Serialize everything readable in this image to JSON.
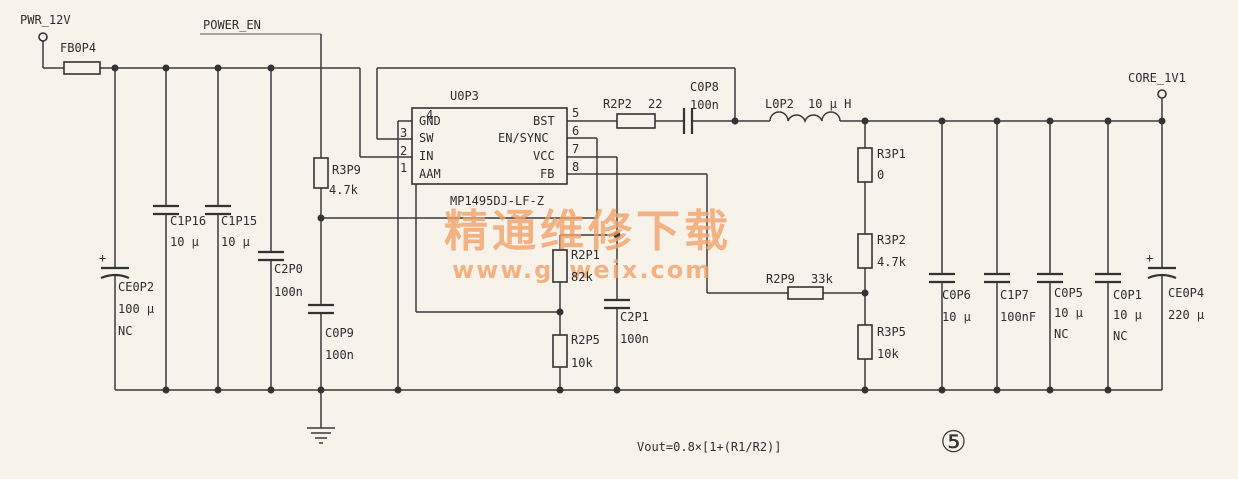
{
  "nets": {
    "pwr_12v": "PWR_12V",
    "power_en": "POWER_EN",
    "core_1v1": "CORE_1V1"
  },
  "ic": {
    "ref": "U0P3",
    "part": "MP1495DJ-LF-Z",
    "pins_left": [
      {
        "num": "4",
        "name": "GND"
      },
      {
        "num": "3",
        "name": "SW"
      },
      {
        "num": "2",
        "name": "IN"
      },
      {
        "num": "1",
        "name": "AAM"
      }
    ],
    "pins_right": [
      {
        "num": "5",
        "name": "BST"
      },
      {
        "num": "6",
        "name": "EN/SYNC"
      },
      {
        "num": "7",
        "name": "VCC"
      },
      {
        "num": "8",
        "name": "FB"
      }
    ]
  },
  "components": {
    "FB0P4": {
      "ref": "FB0P4"
    },
    "CE0P2": {
      "ref": "CE0P2",
      "value": "100 μ",
      "note": "NC"
    },
    "C1P16": {
      "ref": "C1P16",
      "value": "10 μ"
    },
    "C1P15": {
      "ref": "C1P15",
      "value": "10 μ"
    },
    "C2P0": {
      "ref": "C2P0",
      "value": "100n"
    },
    "R3P9": {
      "ref": "R3P9",
      "value": "4.7k"
    },
    "C0P9": {
      "ref": "C0P9",
      "value": "100n"
    },
    "R2P2": {
      "ref": "R2P2",
      "value": "22"
    },
    "C0P8": {
      "ref": "C0P8",
      "value": "100n"
    },
    "L0P2": {
      "ref": "L0P2",
      "value": "10 μ H"
    },
    "R2P1": {
      "ref": "R2P1",
      "value": "82k"
    },
    "R2P5": {
      "ref": "R2P5",
      "value": "10k"
    },
    "C2P1": {
      "ref": "C2P1",
      "value": "100n"
    },
    "R2P9": {
      "ref": "R2P9",
      "value": "33k"
    },
    "R3P1": {
      "ref": "R3P1",
      "value": "0"
    },
    "R3P2": {
      "ref": "R3P2",
      "value": "4.7k"
    },
    "R3P5": {
      "ref": "R3P5",
      "value": "10k"
    },
    "C0P6": {
      "ref": "C0P6",
      "value": "10 μ"
    },
    "C1P7": {
      "ref": "C1P7",
      "value": "100nF"
    },
    "C0P5": {
      "ref": "C0P5",
      "value": "10 μ",
      "note": "NC"
    },
    "C0P1": {
      "ref": "C0P1",
      "value": "10 μ",
      "note": "NC"
    },
    "CE0P4": {
      "ref": "CE0P4",
      "value": "220 μ"
    }
  },
  "formula": "Vout=0.8×[1+(R1/R2)]",
  "figure_number": "⑤",
  "watermark": {
    "title": "精通维修下载",
    "url": "www.gzweix.com"
  },
  "colors": {
    "ink": "#333333",
    "paper": "#f7f3ea",
    "watermark": "#f2a36a"
  }
}
